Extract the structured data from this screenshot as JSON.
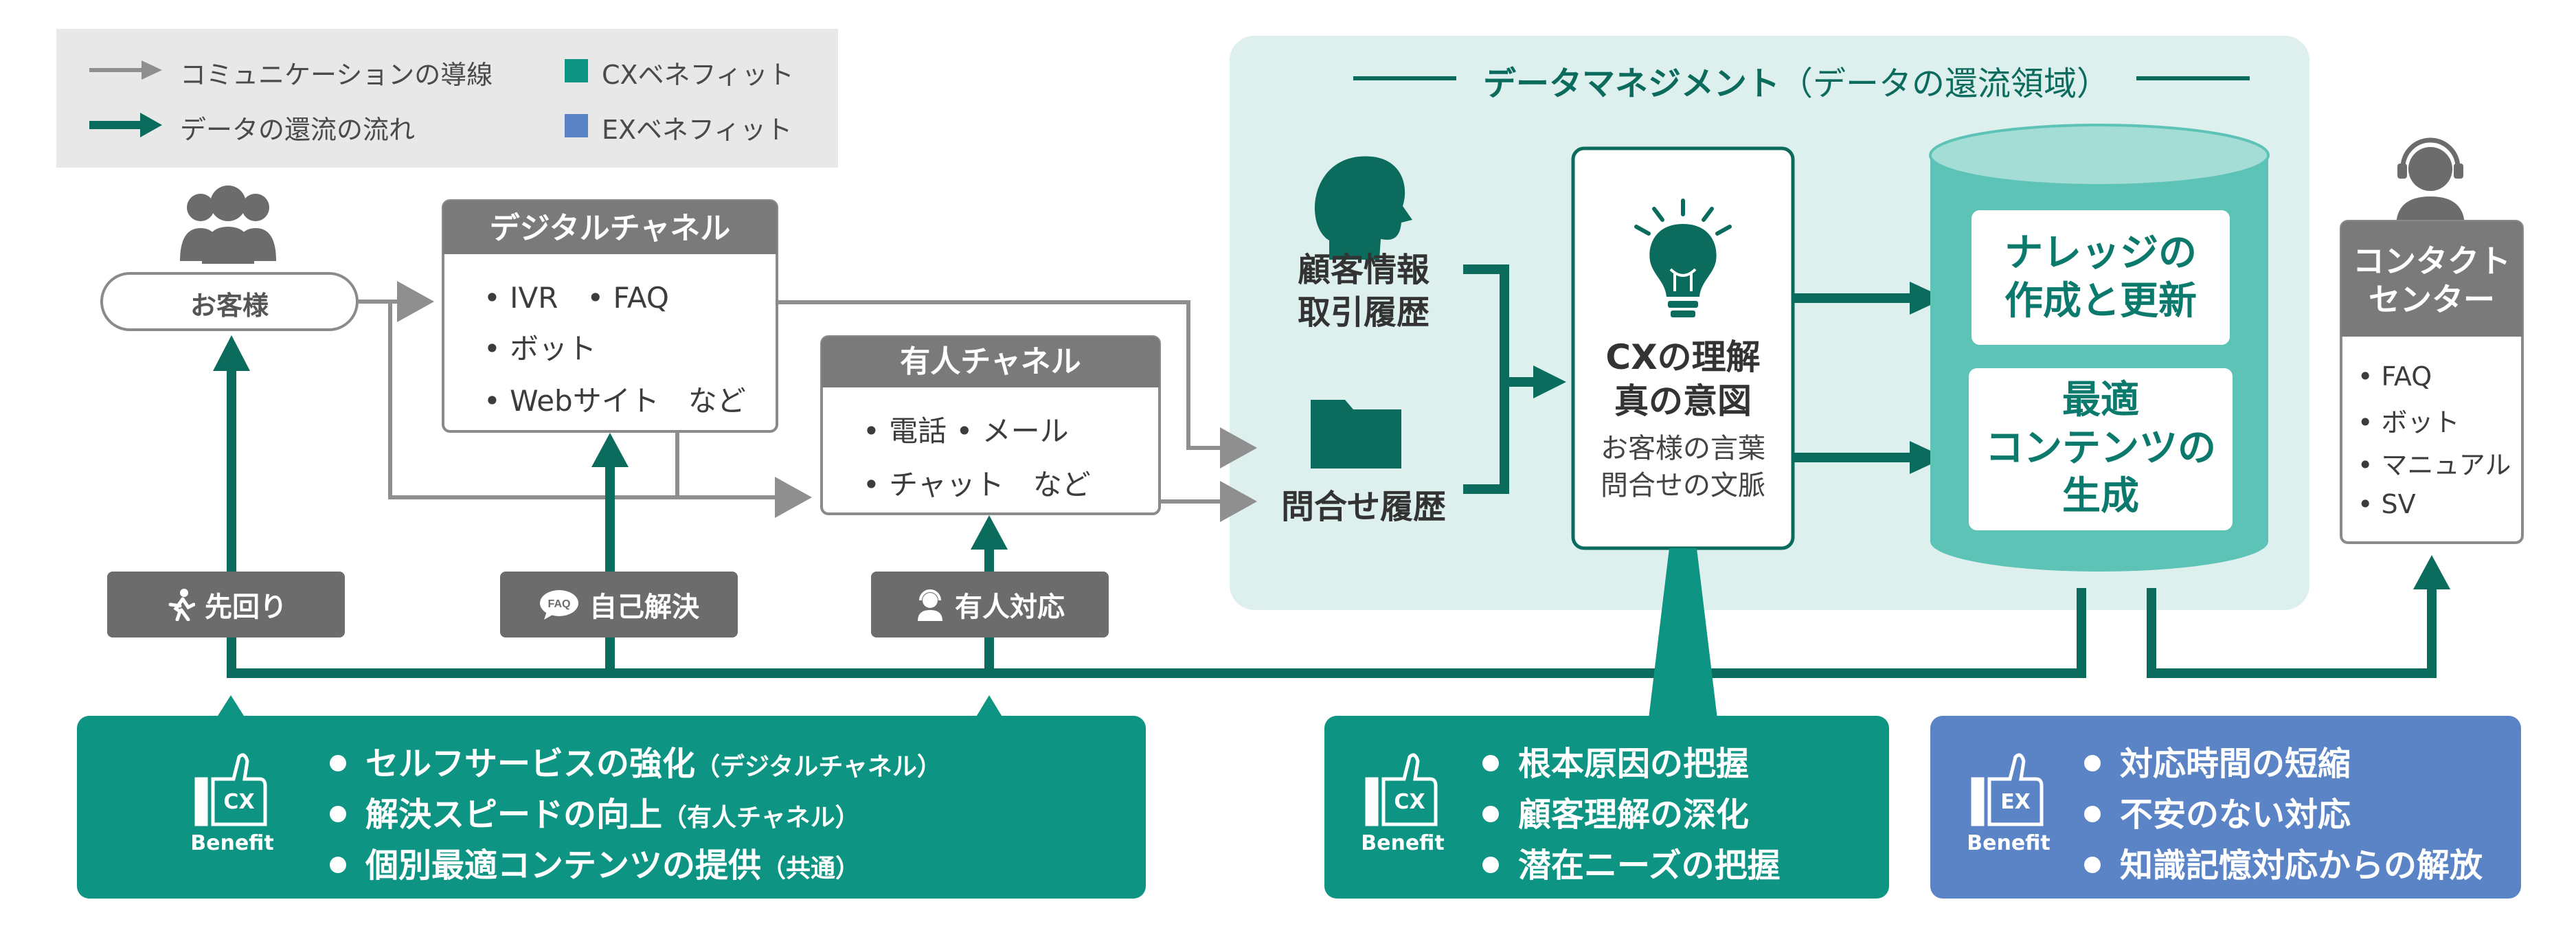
{
  "legend": {
    "communication_line": "コミュニケーションの導線",
    "data_flow": "データの還流の流れ",
    "cx_benefit": "CXベネフィット",
    "ex_benefit": "EXベネフィット"
  },
  "customer": {
    "label": "お客様"
  },
  "digital_channel": {
    "title": "デジタルチャネル",
    "items": [
      "• IVR　• FAQ",
      "• ボット",
      "• Webサイト　など"
    ]
  },
  "human_channel": {
    "title": "有人チャネル",
    "items": [
      "• 電話 • メール",
      "• チャット　など"
    ]
  },
  "data_management": {
    "title": "データマネジメント",
    "subtitle": "（データの還流領域）",
    "customer_info": [
      "顧客情報",
      "取引履歴"
    ],
    "inquiry_history": "問合せ履歴",
    "cx_understanding": {
      "title": [
        "CXの理解",
        "真の意図"
      ],
      "sub": [
        "お客様の言葉",
        "問合せの文脈"
      ]
    },
    "knowledge": [
      "ナレッジの",
      "作成と更新"
    ],
    "optimal": [
      "最適",
      "コンテンツの",
      "生成"
    ]
  },
  "contact_center": {
    "title": [
      "コンタクト",
      "センター"
    ],
    "items": [
      "• FAQ",
      "• ボット",
      "• マニュアル",
      "• SV"
    ]
  },
  "badges": {
    "proactive": "先回り",
    "self_solve": "自己解決",
    "human": "有人対応",
    "faq_icon_text": "FAQ"
  },
  "benefit_icons": {
    "cx": "CX",
    "ex": "EX",
    "label": "Benefit"
  },
  "benefits": {
    "left": [
      {
        "main": "セルフサービスの強化",
        "note": "（デジタルチャネル）"
      },
      {
        "main": "解決スピードの向上",
        "note": "（有人チャネル）"
      },
      {
        "main": "個別最適コンテンツの提供",
        "note": "（共通）"
      }
    ],
    "middle": [
      "根本原因の把握",
      "顧客理解の深化",
      "潜在ニーズの把握"
    ],
    "right": [
      "対応時間の短縮",
      "不安のない対応",
      "知識記憶対応からの解放"
    ]
  },
  "colors": {
    "teal_dark": "#0b6b5d",
    "teal": "#0e9483",
    "teal_light_bg": "#ddf0ee",
    "cylinder": "#5cc3b6",
    "blue": "#5b84c6",
    "gray": "#6c6c6c",
    "light_gray": "#e8e8e8"
  }
}
